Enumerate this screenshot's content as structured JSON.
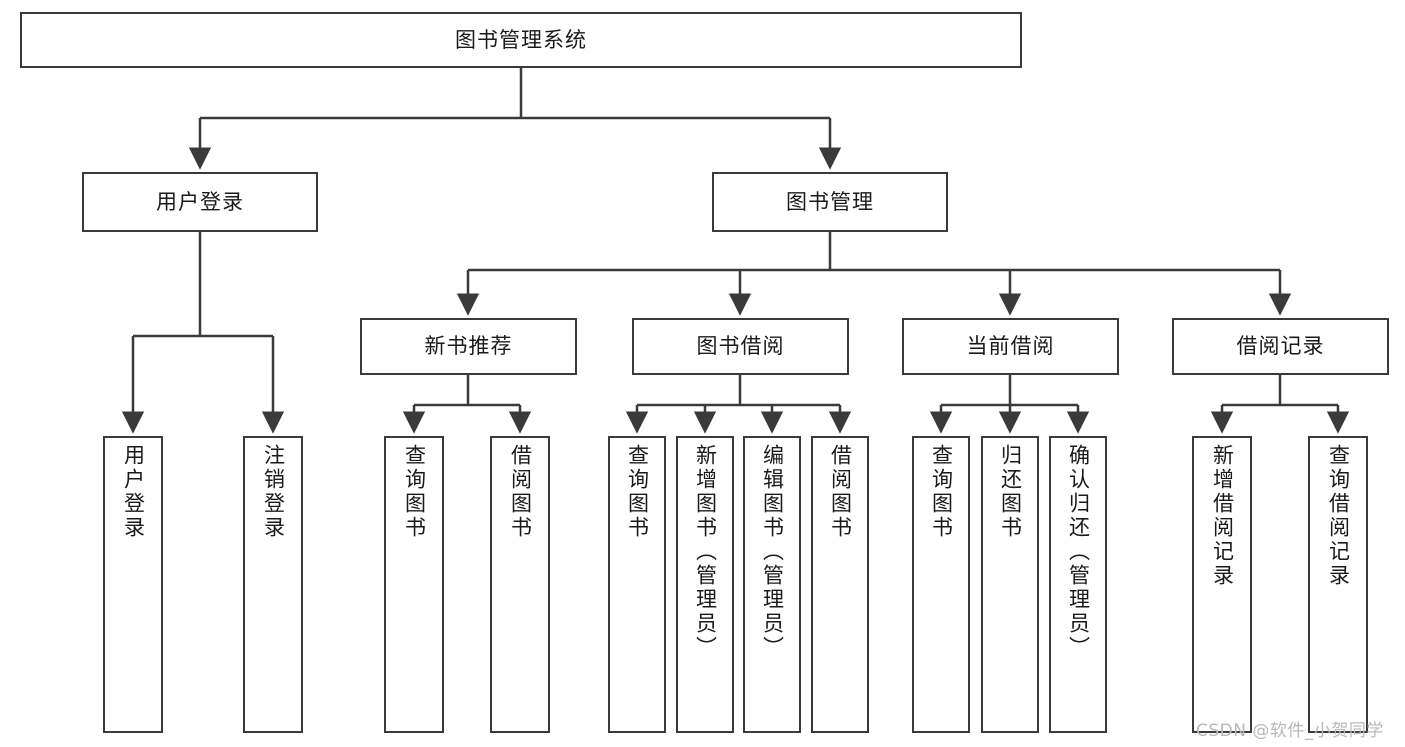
{
  "diagram": {
    "type": "tree-hierarchy",
    "title": "图书管理系统",
    "orientation": "top-down",
    "edge_style": "orthogonal-arrow",
    "colors": {
      "node_border": "#3a3a3a",
      "node_fill": "#ffffff",
      "edge": "#3a3a3a",
      "text": "#1a1a1a",
      "watermark": "#b9b9b9",
      "background": "#ffffff"
    },
    "watermark": "CSDN @软件_小贺同学"
  },
  "nodes": {
    "root": {
      "id": "root",
      "label": "图书管理系统",
      "level": 0,
      "orientation": "horizontal"
    },
    "user_login": {
      "id": "user_login",
      "label": "用户登录",
      "level": 1,
      "orientation": "horizontal"
    },
    "book_manage": {
      "id": "book_manage",
      "label": "图书管理",
      "level": 1,
      "orientation": "horizontal"
    },
    "new_book_rec": {
      "id": "new_book_rec",
      "label": "新书推荐",
      "level": 2,
      "orientation": "horizontal"
    },
    "book_borrow": {
      "id": "book_borrow",
      "label": "图书借阅",
      "level": 2,
      "orientation": "horizontal"
    },
    "current_borrow": {
      "id": "current_borrow",
      "label": "当前借阅",
      "level": 2,
      "orientation": "horizontal"
    },
    "borrow_record": {
      "id": "borrow_record",
      "label": "借阅记录",
      "level": 2,
      "orientation": "horizontal"
    },
    "leaf_user_login": {
      "id": "leaf_user_login",
      "label": "用户登录",
      "level": 3,
      "orientation": "vertical"
    },
    "leaf_logout": {
      "id": "leaf_logout",
      "label": "注销登录",
      "level": 3,
      "orientation": "vertical"
    },
    "leaf_query_book_1": {
      "id": "leaf_query_book_1",
      "label": "查询图书",
      "level": 3,
      "orientation": "vertical"
    },
    "leaf_borrow_book_1": {
      "id": "leaf_borrow_book_1",
      "label": "借阅图书",
      "level": 3,
      "orientation": "vertical"
    },
    "leaf_query_book_2": {
      "id": "leaf_query_book_2",
      "label": "查询图书",
      "level": 3,
      "orientation": "vertical"
    },
    "leaf_add_book": {
      "id": "leaf_add_book",
      "label": "新增图书（管理员）",
      "level": 3,
      "orientation": "vertical"
    },
    "leaf_edit_book": {
      "id": "leaf_edit_book",
      "label": "编辑图书（管理员）",
      "level": 3,
      "orientation": "vertical"
    },
    "leaf_borrow_book_2": {
      "id": "leaf_borrow_book_2",
      "label": "借阅图书",
      "level": 3,
      "orientation": "vertical"
    },
    "leaf_query_book_3": {
      "id": "leaf_query_book_3",
      "label": "查询图书",
      "level": 3,
      "orientation": "vertical"
    },
    "leaf_return_book": {
      "id": "leaf_return_book",
      "label": "归还图书",
      "level": 3,
      "orientation": "vertical"
    },
    "leaf_confirm_return": {
      "id": "leaf_confirm_return",
      "label": "确认归还（管理员）",
      "level": 3,
      "orientation": "vertical"
    },
    "leaf_add_record": {
      "id": "leaf_add_record",
      "label": "新增借阅记录",
      "level": 3,
      "orientation": "vertical"
    },
    "leaf_query_record": {
      "id": "leaf_query_record",
      "label": "查询借阅记录",
      "level": 3,
      "orientation": "vertical"
    }
  },
  "edges": [
    {
      "from": "root",
      "to": "user_login"
    },
    {
      "from": "root",
      "to": "book_manage"
    },
    {
      "from": "user_login",
      "to": "leaf_user_login"
    },
    {
      "from": "user_login",
      "to": "leaf_logout"
    },
    {
      "from": "book_manage",
      "to": "new_book_rec"
    },
    {
      "from": "book_manage",
      "to": "book_borrow"
    },
    {
      "from": "book_manage",
      "to": "current_borrow"
    },
    {
      "from": "book_manage",
      "to": "borrow_record"
    },
    {
      "from": "new_book_rec",
      "to": "leaf_query_book_1"
    },
    {
      "from": "new_book_rec",
      "to": "leaf_borrow_book_1"
    },
    {
      "from": "book_borrow",
      "to": "leaf_query_book_2"
    },
    {
      "from": "book_borrow",
      "to": "leaf_add_book"
    },
    {
      "from": "book_borrow",
      "to": "leaf_edit_book"
    },
    {
      "from": "book_borrow",
      "to": "leaf_borrow_book_2"
    },
    {
      "from": "current_borrow",
      "to": "leaf_query_book_3"
    },
    {
      "from": "current_borrow",
      "to": "leaf_return_book"
    },
    {
      "from": "current_borrow",
      "to": "leaf_confirm_return"
    },
    {
      "from": "borrow_record",
      "to": "leaf_add_record"
    },
    {
      "from": "borrow_record",
      "to": "leaf_query_record"
    }
  ]
}
